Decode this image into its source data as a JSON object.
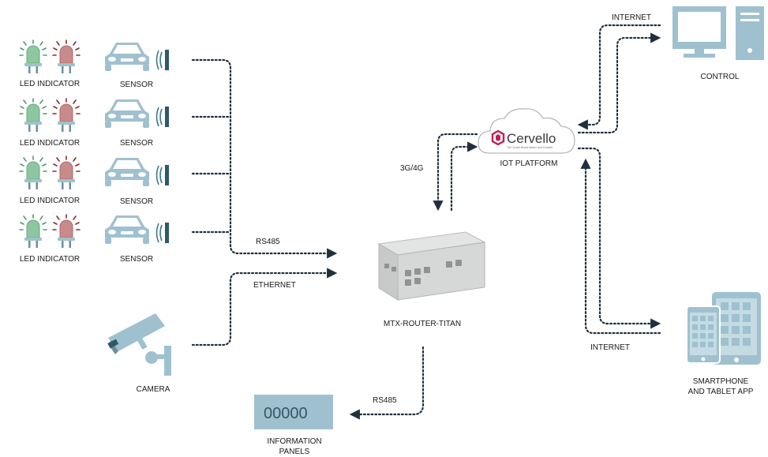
{
  "labels": {
    "led_indicator": "LED INDICATOR",
    "sensor": "SENSOR",
    "camera": "CAMERA",
    "router": "MTX-ROUTER-TITAN",
    "iot_platform": "IOT PLATFORM",
    "control": "CONTROL",
    "smartphone_line1": "SMARTPHONE",
    "smartphone_line2": "AND TABLET APP",
    "info_panels_line1": "INFORMATION",
    "info_panels_line2": "PANELS",
    "rs485_top": "RS485",
    "ethernet": "ETHERNET",
    "cellular": "3G/4G",
    "internet_top": "INTERNET",
    "internet_bottom": "INTERNET",
    "rs485_bottom": "RS485"
  },
  "info_panel_value": "00000",
  "logo": {
    "name": "Cervello",
    "tagline": "The Smart World Maker and Enabler"
  },
  "colors": {
    "led_green": "#8cc7a0",
    "led_red": "#c98a8a",
    "device_blue": "#9fc1cf",
    "line": "#1f2f3f",
    "logo_pink": "#c0205a"
  }
}
